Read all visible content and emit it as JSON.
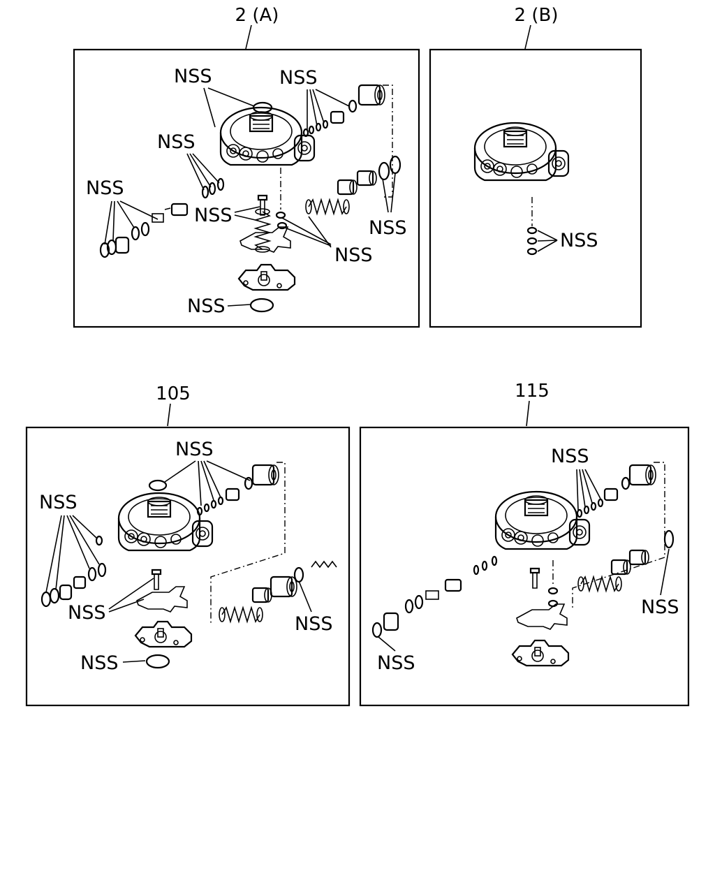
{
  "panels": [
    {
      "id": "2A",
      "caption": "2 (A)",
      "labels": [
        "NSS",
        "NSS",
        "NSS",
        "NSS",
        "NSS",
        "NSS",
        "NSS",
        "NSS"
      ]
    },
    {
      "id": "2B",
      "caption": "2 (B)",
      "labels": [
        "NSS"
      ]
    },
    {
      "id": "105",
      "caption": "105",
      "labels": [
        "NSS",
        "NSS",
        "NSS",
        "NSS",
        "NSS"
      ]
    },
    {
      "id": "115",
      "caption": "115",
      "labels": [
        "NSS",
        "NSS",
        "NSS"
      ]
    }
  ]
}
